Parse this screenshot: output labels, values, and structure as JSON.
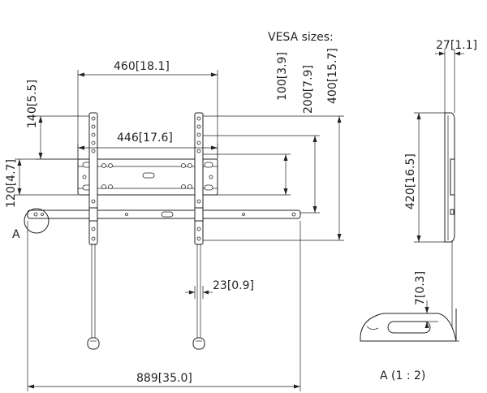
{
  "header": {
    "vesa_title": "VESA sizes:"
  },
  "dimensions": {
    "top_width": "460[18.1]",
    "inner_width": "446[17.6]",
    "height_upper": "140[5.5]",
    "height_lower": "120[4.7]",
    "vesa_100": "100[3.9]",
    "vesa_200": "200[7.9]",
    "vesa_400": "400[15.7]",
    "depth": "27[1.1]",
    "side_height": "420[16.5]",
    "small_offset": "7[0.3]",
    "cable_width": "23[0.9]",
    "total_width": "889[35.0]"
  },
  "callouts": {
    "detail_marker": "A",
    "detail_caption": "A (1 : 2)"
  }
}
